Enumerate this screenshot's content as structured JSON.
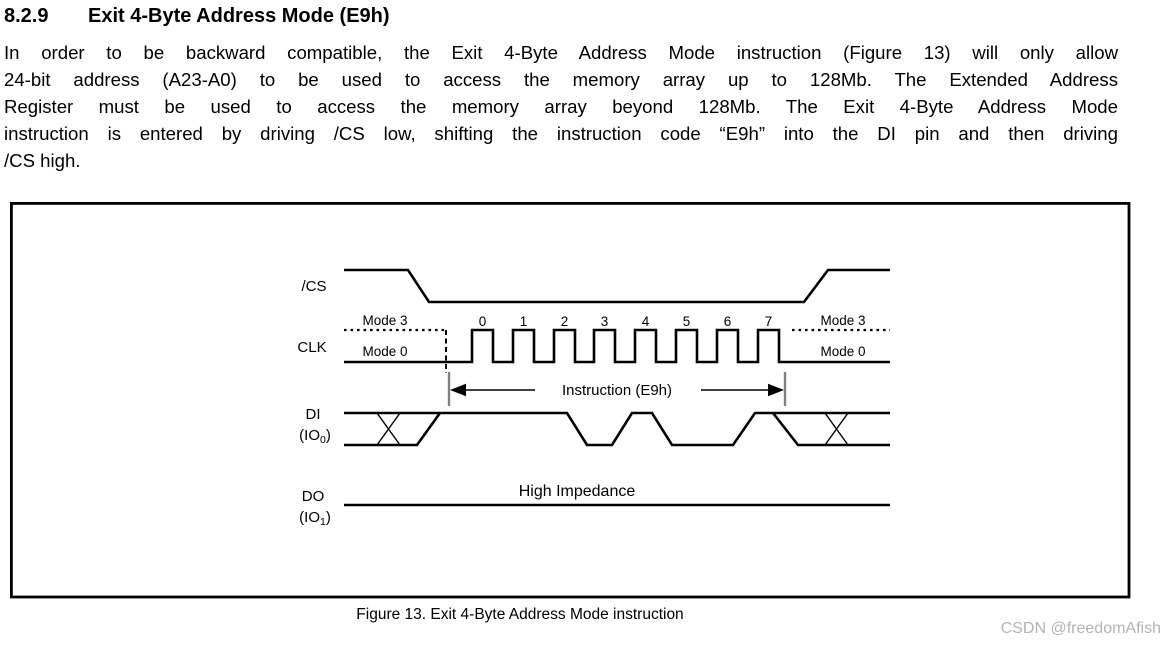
{
  "heading": {
    "number": "8.2.9",
    "title": "Exit 4-Byte Address Mode (E9h)"
  },
  "paragraph": {
    "lines": [
      "In order to be backward compatible, the Exit 4-Byte Address Mode instruction (Figure 13) will only allow",
      "24-bit address (A23-A0) to be used to access the memory array up to 128Mb. The Extended Address",
      "Register must be used to access the memory array beyond 128Mb. The Exit 4-Byte Address Mode",
      "instruction is entered by driving /CS low, shifting the instruction code “E9h” into the DI pin and then driving",
      "/CS high."
    ]
  },
  "figure": {
    "caption": "Figure 13. Exit 4-Byte Address Mode instruction",
    "signals": {
      "cs": "/CS",
      "clk": "CLK",
      "di": "DI",
      "di_pin_pre": "(IO",
      "di_pin_sub": "0",
      "di_pin_post": ")",
      "dout": "DO",
      "do_pin_pre": "(IO",
      "do_pin_sub": "1",
      "do_pin_post": ")"
    },
    "clk_annotations": {
      "mode3_left": "Mode 3",
      "mode0_left": "Mode 0",
      "mode3_right": "Mode 3",
      "mode0_right": "Mode 0",
      "clock_numbers": [
        "0",
        "1",
        "2",
        "3",
        "4",
        "5",
        "6",
        "7"
      ]
    },
    "di_annotation": "Instruction (E9h)",
    "do_annotation": "High Impedance"
  },
  "watermark": "CSDN @freedomAfish",
  "colors": {
    "text": "#000000",
    "watermark": "#b3b3b3",
    "marker_gray": "#808080"
  }
}
